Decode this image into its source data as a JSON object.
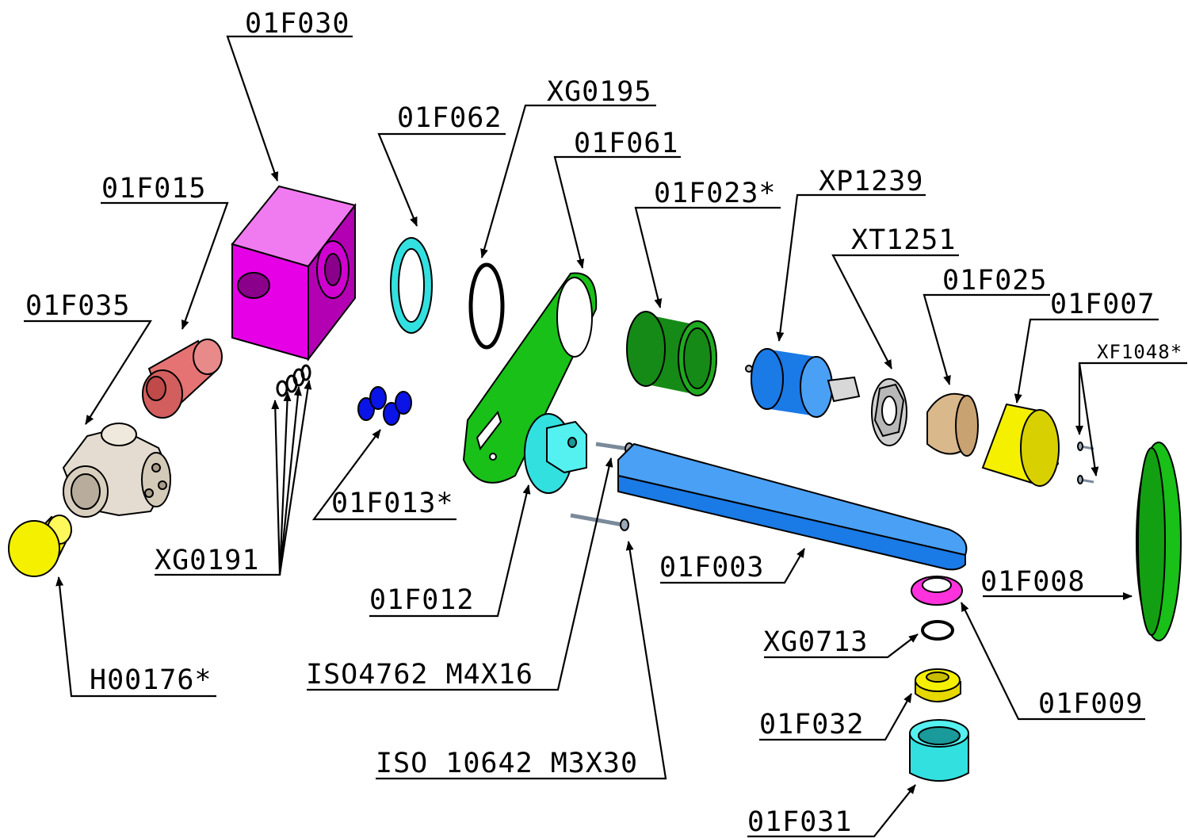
{
  "labels": {
    "p01F030": "01F030",
    "p01F062": "01F062",
    "pXG0195": "XG0195",
    "p01F061": "01F061",
    "p01F015": "01F015",
    "p01F023": "01F023*",
    "pXP1239": "XP1239",
    "pXT1251": "XT1251",
    "p01F025": "01F025",
    "p01F007": "01F007",
    "pXF1048": "XF1048*",
    "p01F035": "01F035",
    "p01F013": "01F013*",
    "pXG0191": "XG0191",
    "p01F012": "01F012",
    "p01F003": "01F003",
    "p01F008": "01F008",
    "pXG0713": "XG0713",
    "pH00176": "H00176*",
    "pISO4762": "ISO4762 M4X16",
    "p01F032": "01F032",
    "p01F009": "01F009",
    "pISO10642": "ISO 10642 M3X30",
    "p01F031": "01F031"
  },
  "colors": {
    "magenta": "#e600e6",
    "salmon": "#e57373",
    "cyan": "#33e0e0",
    "blue": "#0a14e6",
    "green": "#18c018",
    "dark_green": "#168a16",
    "mid_blue": "#1a7ae6",
    "beige": "#d9b88c",
    "yellow": "#f5f000",
    "grey": "#e4dcd0",
    "pink": "#ff33dd"
  }
}
